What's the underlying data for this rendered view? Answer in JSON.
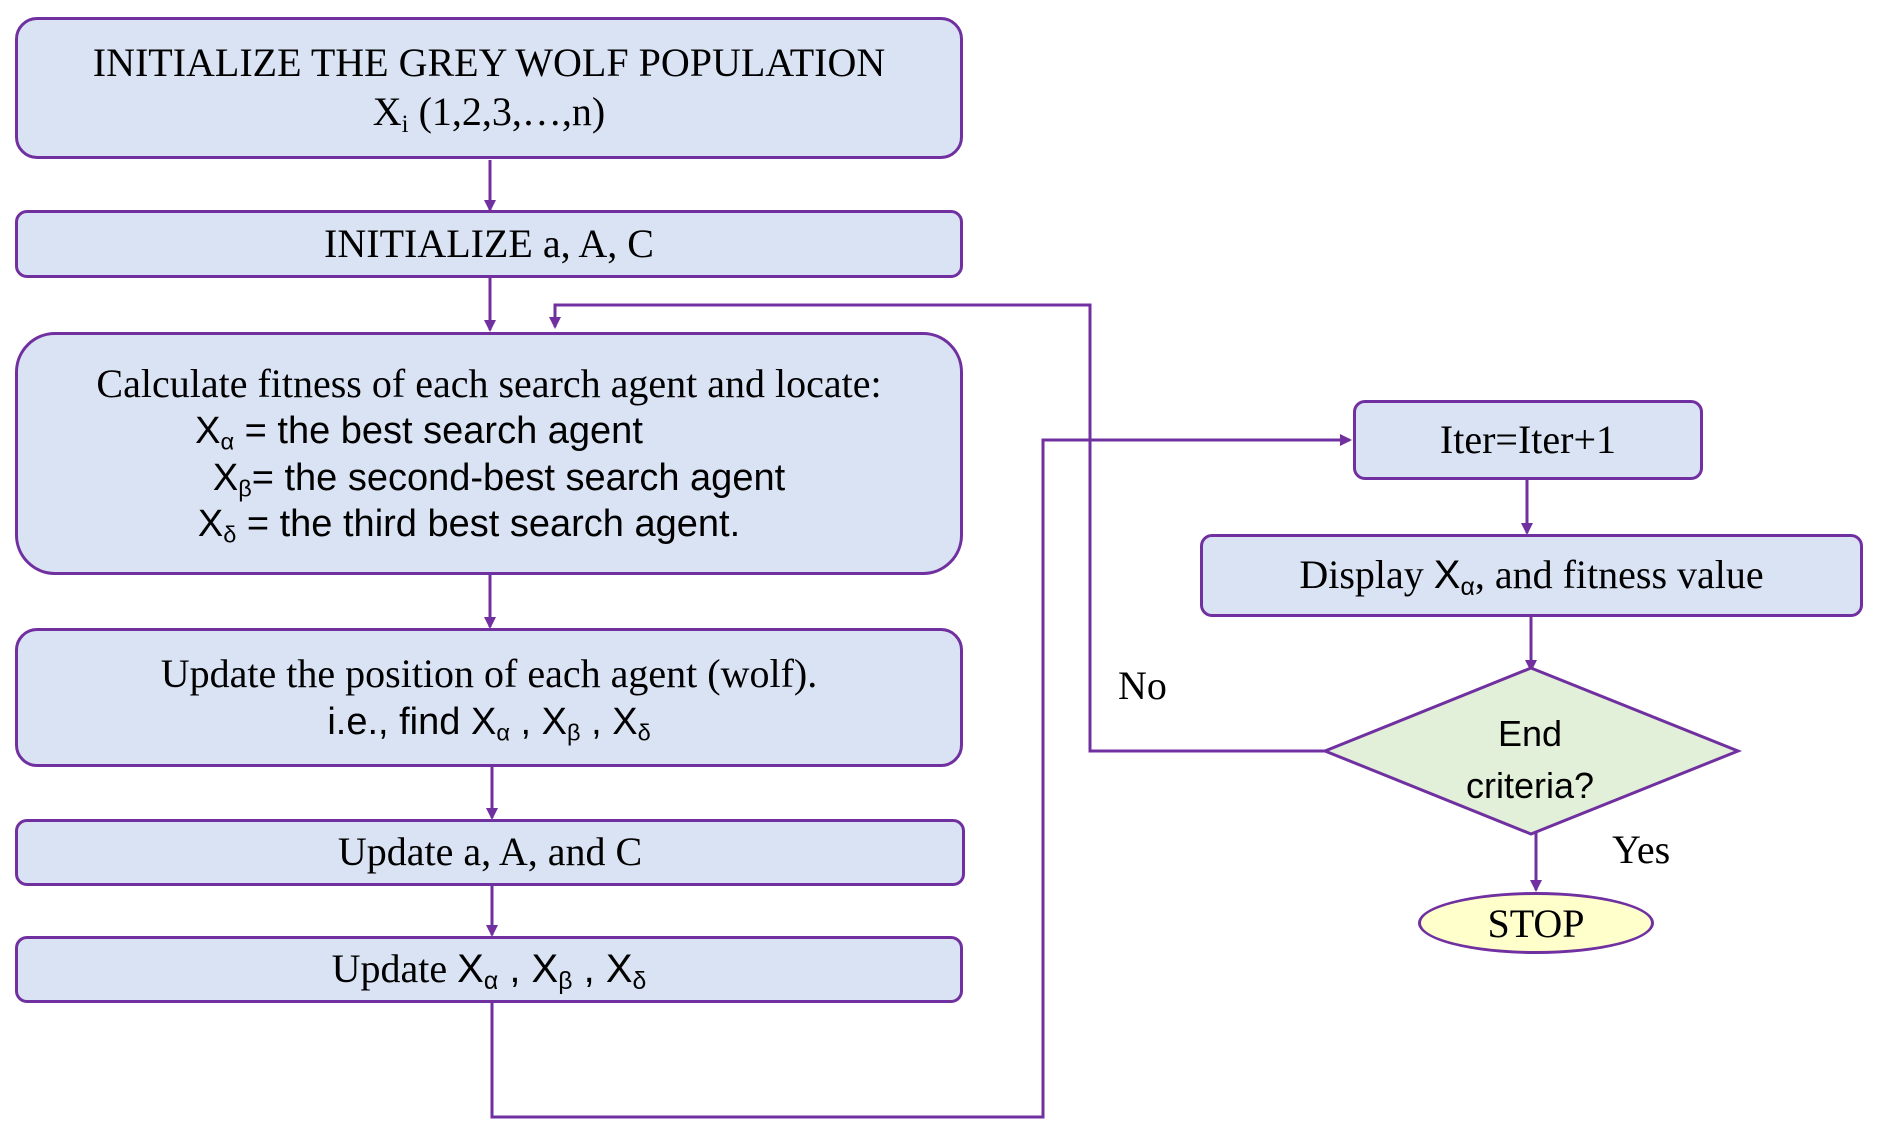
{
  "boxes": {
    "init_population": {
      "line1": "INITIALIZE THE GREY WOLF POPULATION",
      "line2_var": "X",
      "line2_sub": "i",
      "line2_rest": " (1,2,3,…,n)"
    },
    "init_params": {
      "text": "INITIALIZE a, A, C"
    },
    "fitness": {
      "line1": "Calculate fitness of each search agent and locate:",
      "alpha_var": "X",
      "alpha_sub": "α",
      "alpha_text": " = the best search agent",
      "beta_var": "X",
      "beta_sub": "β",
      "beta_text": "= the second-best search agent",
      "delta_var": "X",
      "delta_sub": "δ",
      "delta_text": " = the third best search agent."
    },
    "update_position": {
      "line1": "Update the position of each agent (wolf).",
      "line2_prefix": "i.e., find ",
      "x1": "X",
      "s1": "α",
      "sep1": " , ",
      "x2": "X",
      "s2": "β",
      "sep2": " , ",
      "x3": "X",
      "s3": "δ"
    },
    "update_params": {
      "text": "Update a, A, and C"
    },
    "update_leaders": {
      "prefix": "Update ",
      "x1": "X",
      "s1": "α",
      "sep1": " , ",
      "x2": "X",
      "s2": "β",
      "sep2": " , ",
      "x3": "X",
      "s3": "δ"
    },
    "iter": {
      "text": "Iter=Iter+1"
    },
    "display": {
      "prefix": "Display ",
      "var": "X",
      "sub": "α",
      "suffix": ", and fitness value"
    },
    "decision": {
      "line1": "End",
      "line2": "criteria?"
    },
    "stop": {
      "text": "STOP"
    }
  },
  "labels": {
    "no": "No",
    "yes": "Yes"
  },
  "colors": {
    "box_fill": "#dae3f3",
    "border": "#7030a0",
    "decision_fill": "#e2efd9",
    "stop_fill": "#ffffcc"
  }
}
